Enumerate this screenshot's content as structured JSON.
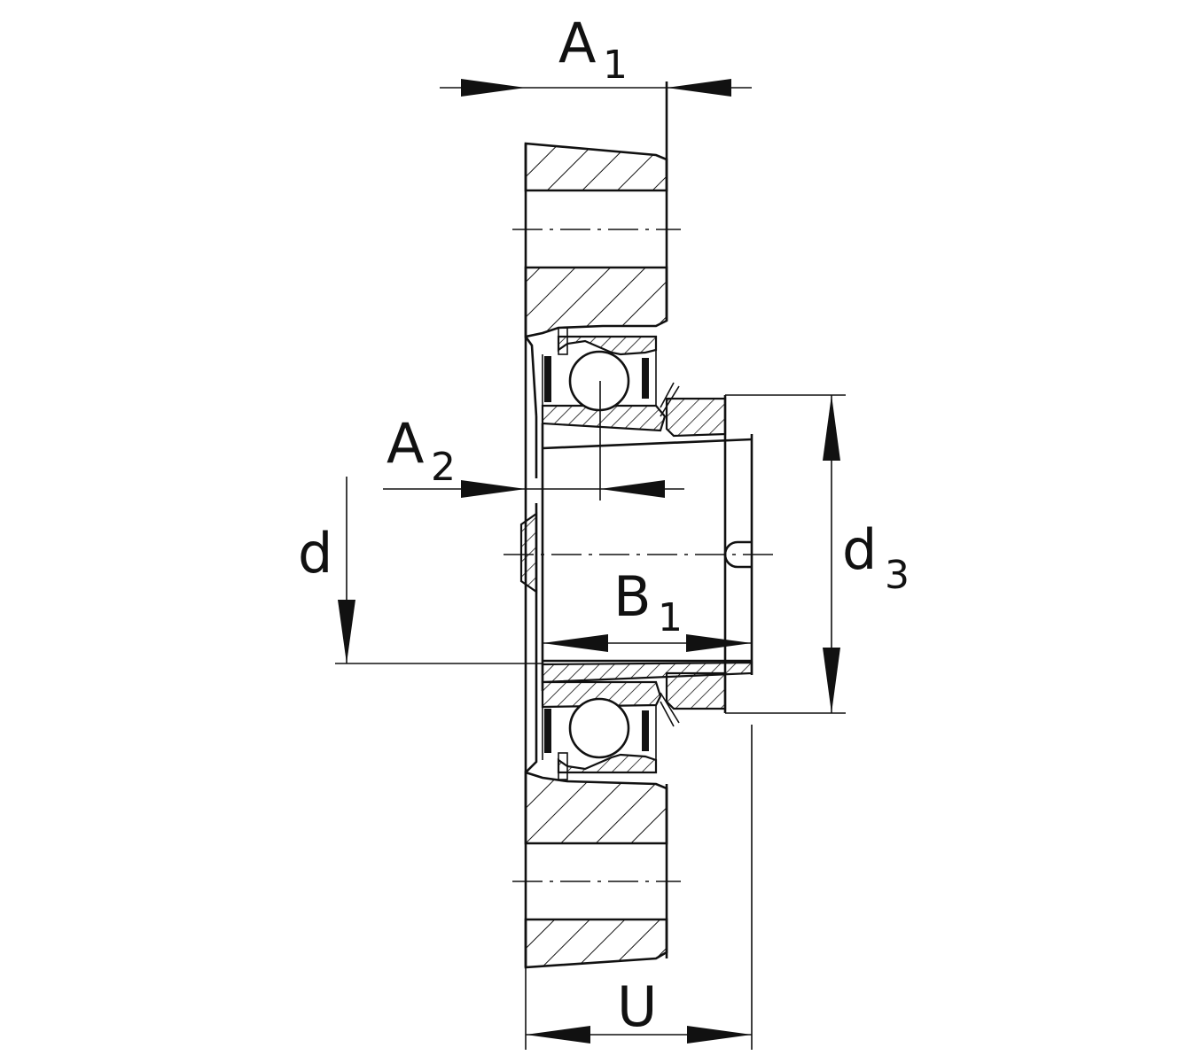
{
  "diagram": {
    "labels": {
      "a1": {
        "main": "A",
        "sub": "1"
      },
      "a2": {
        "main": "A",
        "sub": "2"
      },
      "d": {
        "main": "d"
      },
      "d3": {
        "main": "d",
        "sub": "3"
      },
      "b1": {
        "main": "B",
        "sub": "1"
      },
      "u": {
        "main": "U"
      }
    }
  }
}
